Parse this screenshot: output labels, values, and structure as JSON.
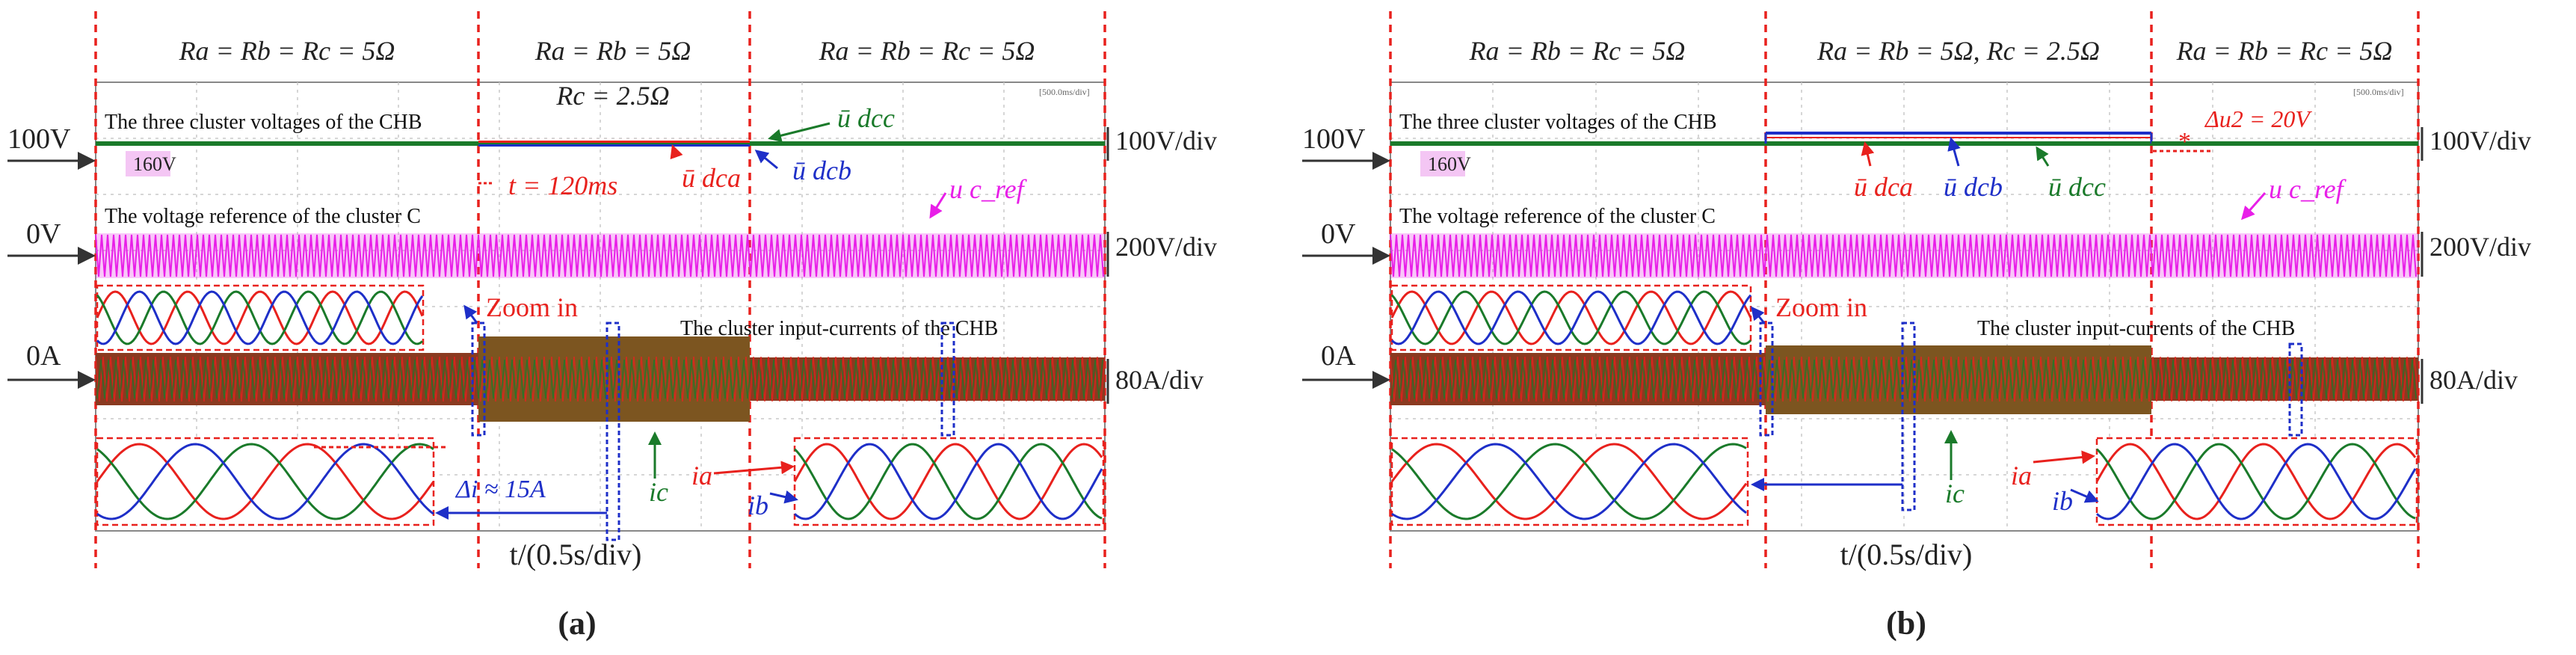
{
  "chart_data": [
    {
      "type": "line",
      "panel_label": "(a)",
      "xlabel": "t/(0.5s/div)",
      "scope_tag": "[500.0ms/div]",
      "segments": [
        {
          "label": "Ra = Rb = Rc = 5Ω"
        },
        {
          "label": "Ra = Rb = 5Ω",
          "label2": "Rc = 2.5Ω"
        },
        {
          "label": "Ra = Rb = Rc = 5Ω"
        }
      ],
      "channels": [
        {
          "name": "The three cluster voltages of the CHB",
          "offset_label": "100V",
          "scale": "100V/div",
          "marker": "160V"
        },
        {
          "name": "The voltage reference of the cluster C",
          "offset_label": "0V",
          "scale": "200V/div"
        },
        {
          "name": "The cluster input-currents of the CHB",
          "offset_label": "0A",
          "scale": "80A/div"
        }
      ],
      "annotations": {
        "t_delay": "t = 120ms",
        "u_dca": "ū dca",
        "u_dcb": "ū dcb",
        "u_dcc": "ū dcc",
        "u_ref": "u c_ref",
        "zoom": "Zoom in",
        "delta_i": "Δi ≈ 15A",
        "i_a": "ia",
        "i_b": "ib",
        "i_c": "ic"
      }
    },
    {
      "type": "line",
      "panel_label": "(b)",
      "xlabel": "t/(0.5s/div)",
      "scope_tag": "[500.0ms/div]",
      "segments": [
        {
          "label": "Ra = Rb = Rc = 5Ω"
        },
        {
          "label": "Ra = Rb = 5Ω, Rc = 2.5Ω"
        },
        {
          "label": "Ra = Rb = Rc = 5Ω"
        }
      ],
      "channels": [
        {
          "name": "The three cluster voltages of the CHB",
          "offset_label": "100V",
          "scale": "100V/div",
          "marker": "160V"
        },
        {
          "name": "The voltage reference of the cluster C",
          "offset_label": "0V",
          "scale": "200V/div"
        },
        {
          "name": "The cluster input-currents of the CHB",
          "offset_label": "0A",
          "scale": "80A/div"
        }
      ],
      "annotations": {
        "delta_u": "Δu2 = 20V",
        "u_dca": "ū dca",
        "u_dcb": "ū dcb",
        "u_dcc": "ū dcc",
        "u_ref": "u c_ref",
        "zoom": "Zoom in",
        "i_a": "ia",
        "i_b": "ib",
        "i_c": "ic"
      }
    }
  ],
  "colors": {
    "phase_a": "#e8211d",
    "phase_b": "#1e2fc8",
    "phase_c": "#1a7a2a",
    "ref": "#e81ee8",
    "boundary": "#e8211d",
    "arrow": "#333333"
  }
}
